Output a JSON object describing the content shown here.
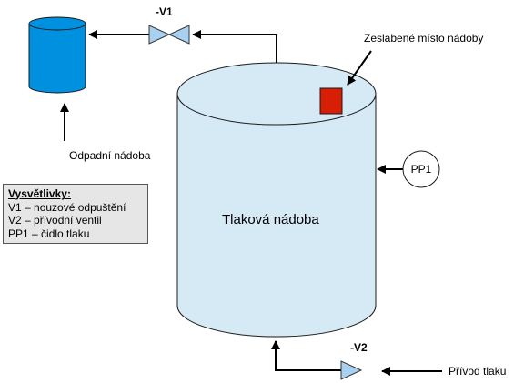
{
  "labels": {
    "waste_tank": "Odpadní nádoba",
    "pressure_tank": "Tlaková nádoba",
    "weak_spot": "Zeslabené místo nádoby",
    "sensor": "PP1",
    "valve_v1": "-V1",
    "valve_v2": "-V2",
    "supply": "Přívod tlaku"
  },
  "legend": {
    "title": "Vysvětlivky:",
    "items": [
      "V1 – nouzové odpuštění",
      "V2 – přívodní ventil",
      "PP1 – čidlo tlaku"
    ]
  },
  "colors": {
    "waste_tank": "#0090e0",
    "pressure_tank": "#d6eaf5",
    "valve": "#a8d0f0",
    "weak_spot": "#d81e05",
    "legend_bg": "#e6e6e6"
  }
}
